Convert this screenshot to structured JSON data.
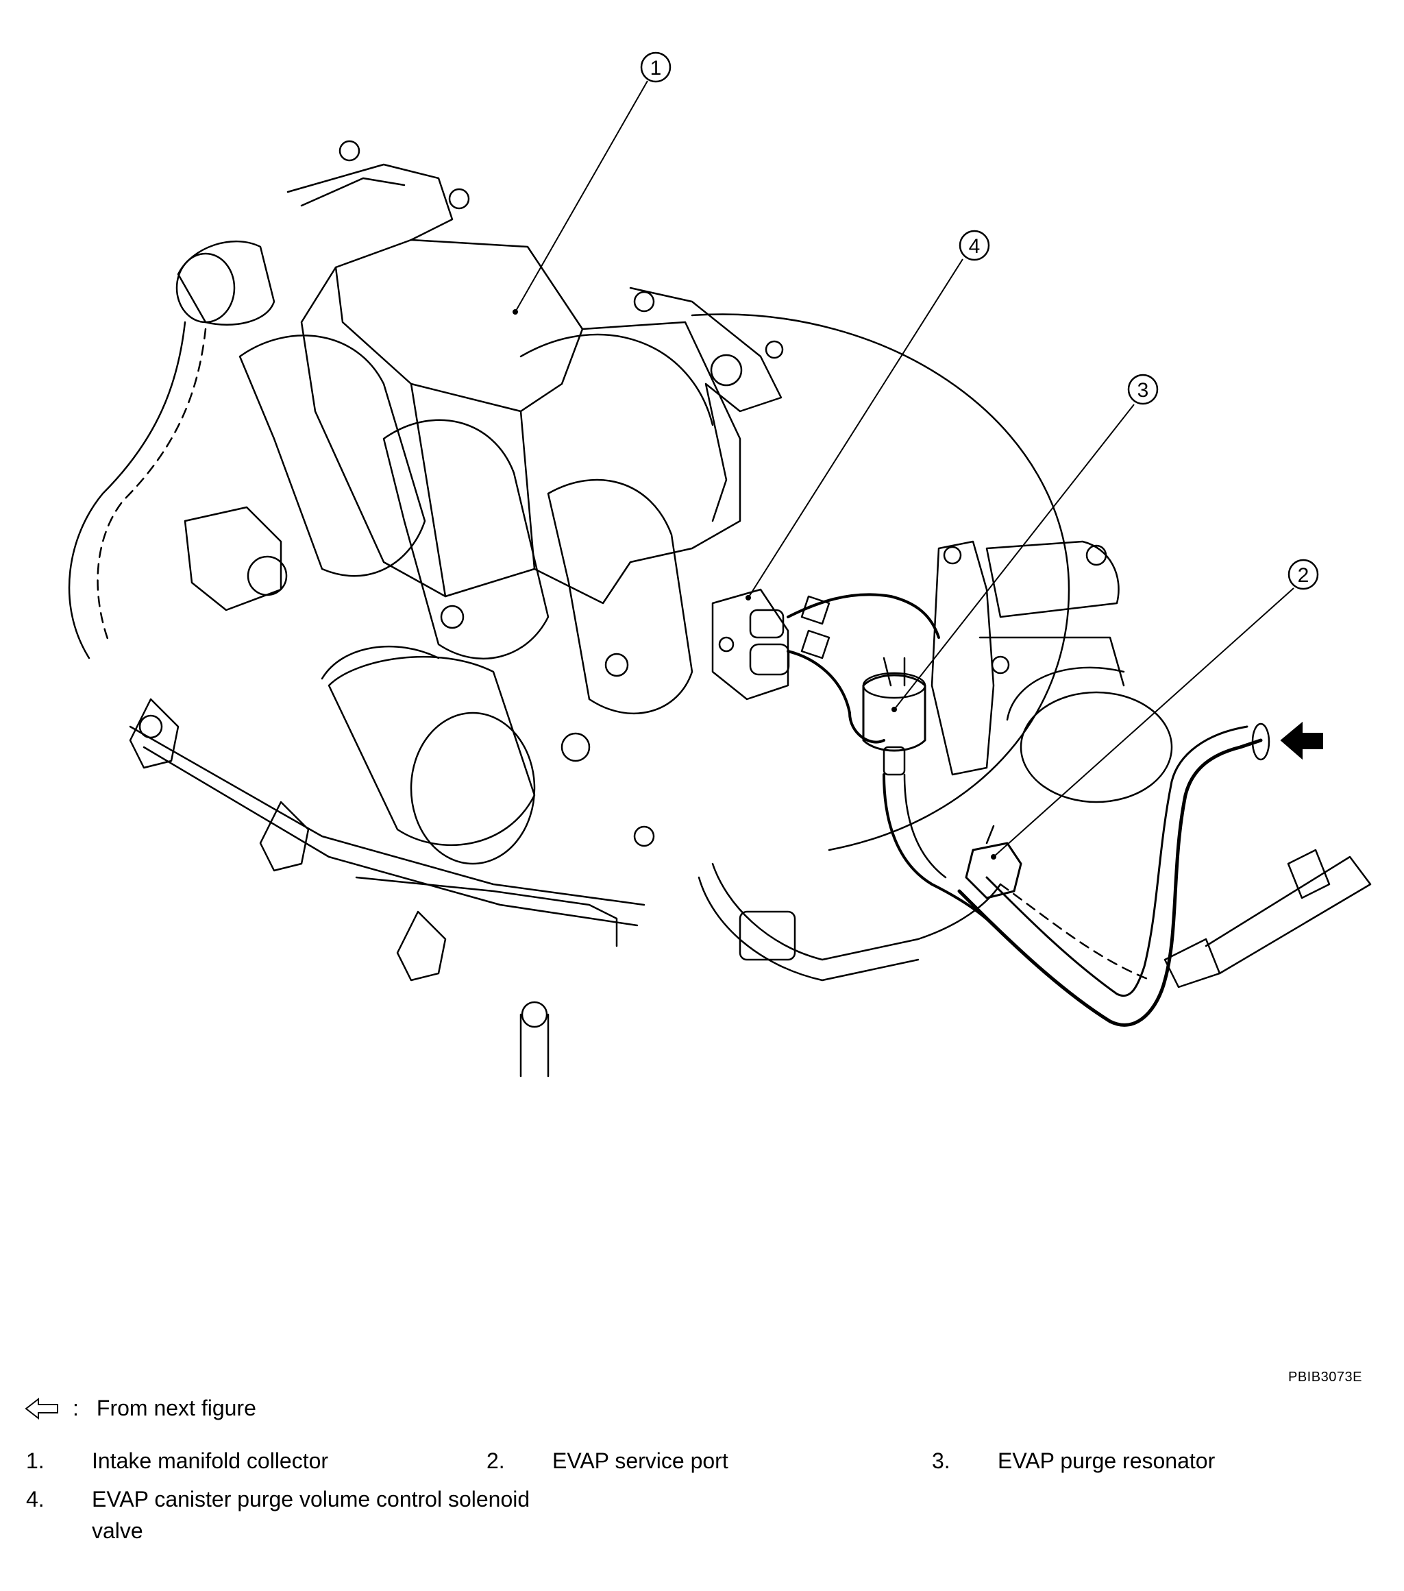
{
  "figure_code": "PBIB3073E",
  "callouts": [
    {
      "id": "1",
      "label": "1"
    },
    {
      "id": "2",
      "label": "2"
    },
    {
      "id": "3",
      "label": "3"
    },
    {
      "id": "4",
      "label": "4"
    }
  ],
  "legend": {
    "arrow_text": "From next figure",
    "items": [
      {
        "num": "1.",
        "text": "Intake manifold collector"
      },
      {
        "num": "2.",
        "text": "EVAP service port"
      },
      {
        "num": "3.",
        "text": "EVAP purge resonator"
      },
      {
        "num": "4.",
        "text": "EVAP canister purge volume control solenoid valve"
      }
    ]
  },
  "icons": [
    "hollow-left-arrow-icon",
    "solid-left-arrow-icon"
  ],
  "colors": {
    "line": "#000000",
    "background": "#ffffff"
  }
}
